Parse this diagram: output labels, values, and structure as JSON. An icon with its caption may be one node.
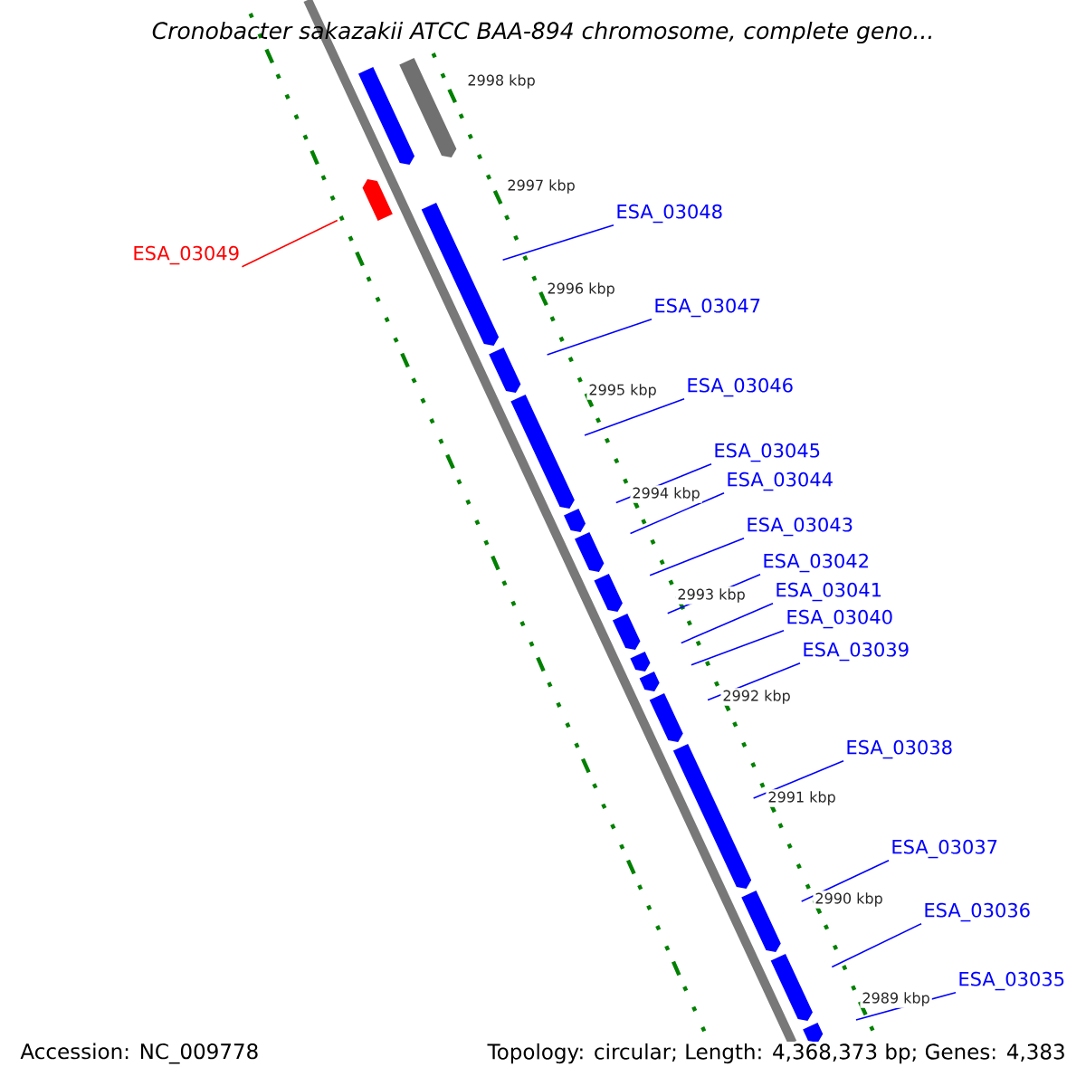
{
  "diagram": {
    "title": "Cronobacter sakazakii ATCC BAA-894 chromosome, complete geno...",
    "nodes": [
      {
        "text": [],
        "shape": "bar"
      },
      {
        "text": [],
        "shape": "bar"
      },
      {
        "text": [],
        "shape": "bar"
      },
      {
        "text": [
          "ESA_03049"
        ]
      },
      {
        "text": [],
        "shape": "bar"
      },
      {
        "text": [],
        "shape": "bar"
      },
      {
        "text": [],
        "shape": "bar"
      },
      {
        "text": [],
        "shape": "bar"
      },
      {
        "text": [],
        "shape": "bar"
      },
      {
        "text": [],
        "shape": "bar"
      },
      {
        "text": [],
        "shape": "bar"
      },
      {
        "text": [],
        "shape": "bar"
      },
      {
        "text": [],
        "shape": "bar"
      },
      {
        "text": [],
        "shape": "bar"
      },
      {
        "text": [],
        "shape": "bar"
      },
      {
        "text": [],
        "shape": "bar"
      },
      {
        "text": [],
        "shape": "bar"
      },
      {
        "text": [],
        "shape": "bar"
      },
      {
        "text": [
          "ESA_03048"
        ]
      },
      {
        "text": [
          "ESA_03047"
        ]
      },
      {
        "text": [
          "ESA_03046"
        ]
      },
      {
        "text": [
          "ESA_03045"
        ]
      },
      {
        "text": [
          "ESA_03044"
        ]
      },
      {
        "text": [
          "ESA_03043"
        ]
      },
      {
        "text": [
          "ESA_03042"
        ]
      },
      {
        "text": [
          "ESA_03041"
        ]
      },
      {
        "text": [
          "ESA_03040"
        ]
      },
      {
        "text": [
          "ESA_03039"
        ]
      },
      {
        "text": [
          "ESA_03038"
        ]
      },
      {
        "text": [
          "ESA_03037"
        ]
      },
      {
        "text": [
          "ESA_03036"
        ]
      },
      {
        "text": [
          "ESA_03035"
        ]
      }
    ],
    "edges": [
      {
        "from": 3,
        "to": 2,
        "arrow": "none",
        "color": "#ff0000"
      },
      {
        "from": 18,
        "to": 4,
        "arrow": "none"
      },
      {
        "from": 19,
        "to": 5,
        "arrow": "none"
      },
      {
        "from": 20,
        "to": 6,
        "arrow": "none"
      },
      {
        "from": 21,
        "to": 7,
        "arrow": "none"
      },
      {
        "from": 22,
        "to": 8,
        "arrow": "none"
      },
      {
        "from": 23,
        "to": 9,
        "arrow": "none"
      },
      {
        "from": 24,
        "to": 10,
        "arrow": "none"
      },
      {
        "from": 25,
        "to": 11,
        "arrow": "none"
      },
      {
        "from": 26,
        "to": 12,
        "arrow": "none"
      },
      {
        "from": 27,
        "to": 13,
        "arrow": "none"
      },
      {
        "from": 28,
        "to": 14,
        "arrow": "none"
      },
      {
        "from": 29,
        "to": 15,
        "arrow": "none"
      },
      {
        "from": 30,
        "to": 16,
        "arrow": "none"
      },
      {
        "from": 31,
        "to": 17,
        "arrow": "none"
      }
    ],
    "labels": [
      "2998 kbp",
      "2997 kbp",
      "2996 kbp",
      "2995 kbp",
      "2994 kbp",
      "2993 kbp",
      "2992 kbp",
      "2991 kbp",
      "2990 kbp",
      "2989 kbp",
      "Accession: NC_009778",
      "Topology: circular; Length: 4,368,373 bp; Genes: 4,383"
    ]
  }
}
